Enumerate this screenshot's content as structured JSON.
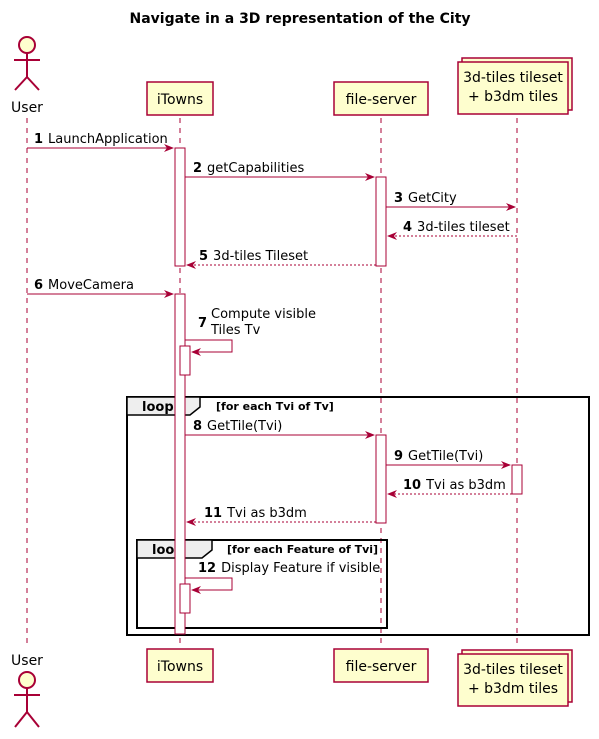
{
  "title": "Navigate in a 3D representation of the City",
  "participants": {
    "user": "User",
    "itowns": "iTowns",
    "fileserver": "file-server",
    "tiles": [
      "3d-tiles tileset",
      "+ b3dm tiles"
    ]
  },
  "messages": [
    {
      "num": "1",
      "text": [
        "LaunchApplication"
      ],
      "from": "user",
      "to": "itowns",
      "dashed": false
    },
    {
      "num": "2",
      "text": [
        "getCapabilities"
      ],
      "from": "itowns",
      "to": "fileserver",
      "dashed": false
    },
    {
      "num": "3",
      "text": [
        "GetCity"
      ],
      "from": "fileserver",
      "to": "tiles",
      "dashed": false
    },
    {
      "num": "4",
      "text": [
        "3d-tiles tileset"
      ],
      "from": "tiles",
      "to": "fileserver",
      "dashed": true
    },
    {
      "num": "5",
      "text": [
        "3d-tiles Tileset"
      ],
      "from": "fileserver",
      "to": "itowns",
      "dashed": true
    },
    {
      "num": "6",
      "text": [
        "MoveCamera"
      ],
      "from": "user",
      "to": "itowns",
      "dashed": false
    },
    {
      "num": "7",
      "text": [
        "Compute visible",
        "Tiles Tv"
      ],
      "from": "itowns",
      "to": "itowns",
      "dashed": false
    },
    {
      "num": "8",
      "text": [
        "GetTile(Tvi)"
      ],
      "from": "itowns",
      "to": "fileserver",
      "dashed": false
    },
    {
      "num": "9",
      "text": [
        "GetTile(Tvi)"
      ],
      "from": "fileserver",
      "to": "tiles",
      "dashed": false
    },
    {
      "num": "10",
      "text": [
        "Tvi as b3dm"
      ],
      "from": "tiles",
      "to": "fileserver",
      "dashed": true
    },
    {
      "num": "11",
      "text": [
        "Tvi as b3dm"
      ],
      "from": "fileserver",
      "to": "itowns",
      "dashed": true
    },
    {
      "num": "12",
      "text": [
        "Display Feature if visible"
      ],
      "from": "itowns",
      "to": "itowns",
      "dashed": false
    }
  ],
  "loops": [
    {
      "keyword": "loop",
      "guard": "[for each Tvi of Tv]"
    },
    {
      "keyword": "loop",
      "guard": "[for each Feature of Tvi]"
    }
  ],
  "colors": {
    "arrow": "#a80036",
    "participant_fill": "#fefece",
    "participant_stroke": "#a80036",
    "activation_fill": "#ffffff"
  }
}
